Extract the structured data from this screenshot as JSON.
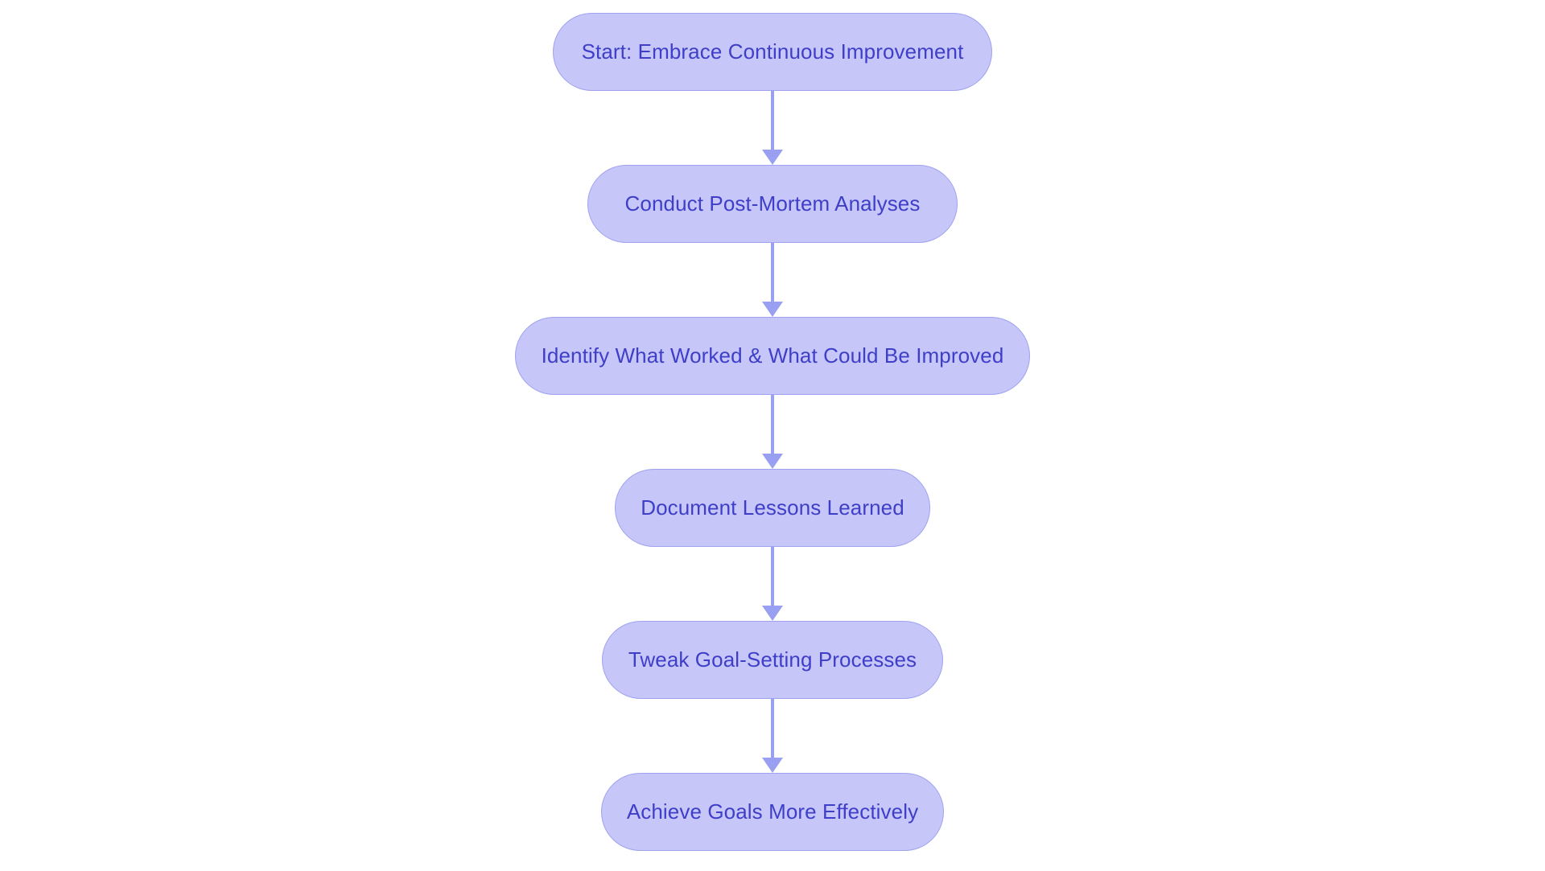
{
  "diagram": {
    "type": "flowchart",
    "direction": "top-down",
    "nodes": [
      {
        "id": "start",
        "label": "Start: Embrace Continuous Improvement"
      },
      {
        "id": "post-mortem",
        "label": "Conduct Post-Mortem Analyses"
      },
      {
        "id": "identify",
        "label": "Identify What Worked & What Could Be Improved"
      },
      {
        "id": "document",
        "label": "Document Lessons Learned"
      },
      {
        "id": "tweak",
        "label": "Tweak Goal-Setting Processes"
      },
      {
        "id": "achieve",
        "label": "Achieve Goals More Effectively"
      }
    ],
    "edges": [
      {
        "from": "start",
        "to": "post-mortem"
      },
      {
        "from": "post-mortem",
        "to": "identify"
      },
      {
        "from": "identify",
        "to": "document"
      },
      {
        "from": "document",
        "to": "tweak"
      },
      {
        "from": "tweak",
        "to": "achieve"
      }
    ],
    "colors": {
      "background": "#ffffff",
      "node_fill": "#c6c7f8",
      "node_border": "#9fa2f0",
      "node_text": "#3e3ec9",
      "arrow": "#999ff1"
    }
  }
}
